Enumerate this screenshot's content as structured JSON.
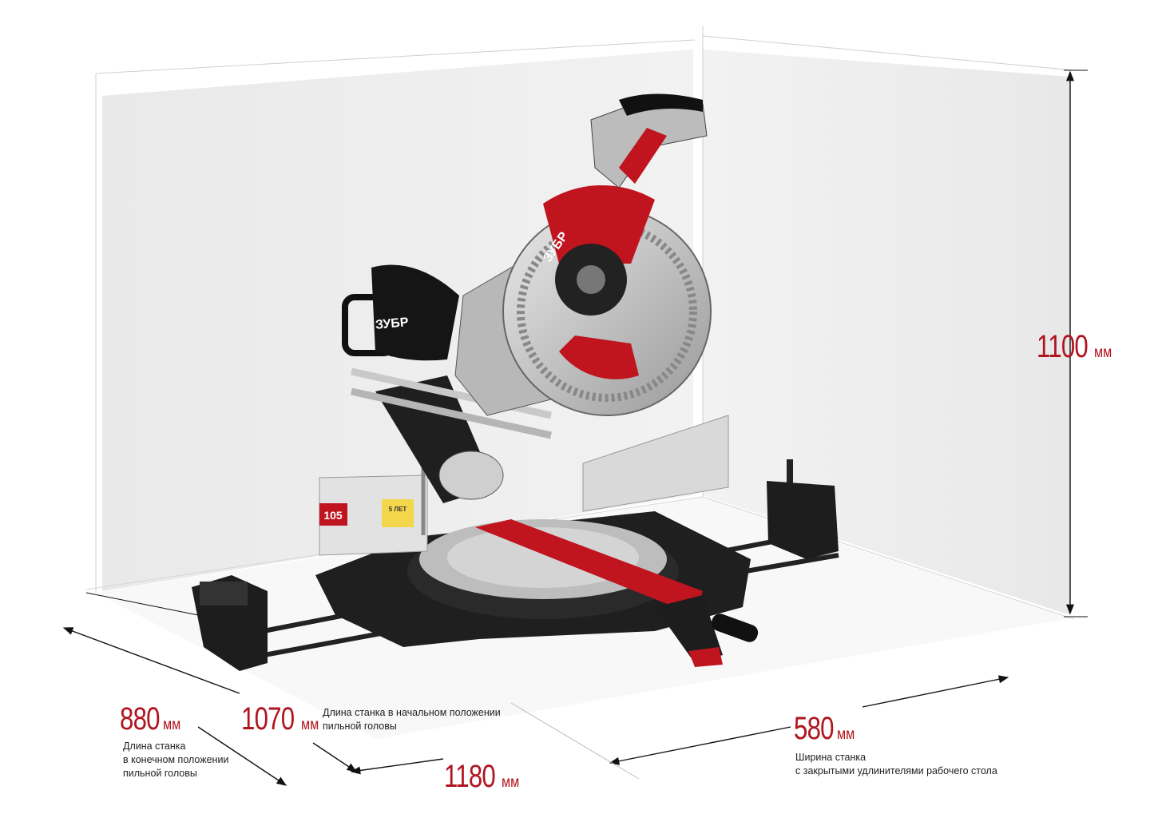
{
  "colors": {
    "accent": "#b0141e",
    "frame_line": "#c8c8c8",
    "wall": "#ededed",
    "floor": "#f6f6f6"
  },
  "product": {
    "brand": "ЗУБР",
    "badge_number": "105",
    "warranty_badge": "5 ЛЕТ"
  },
  "dimensions": {
    "height": {
      "value": "1100",
      "unit": "мм"
    },
    "length_end": {
      "value": "880",
      "unit": "мм",
      "caption": [
        "Длина станка",
        "в конечном положении",
        "пильной головы"
      ]
    },
    "length_start": {
      "value": "1070",
      "unit": "мм",
      "caption": [
        "Длина станка в начальном положении",
        "пильной головы"
      ]
    },
    "total_length": {
      "value": "1180",
      "unit": "мм"
    },
    "width": {
      "value": "580",
      "unit": "мм",
      "caption": [
        "Ширина станка",
        "с закрытыми удлинителями рабочего стола"
      ]
    }
  },
  "icons": [
    "miter-saw-image",
    "dimension-arrow"
  ]
}
